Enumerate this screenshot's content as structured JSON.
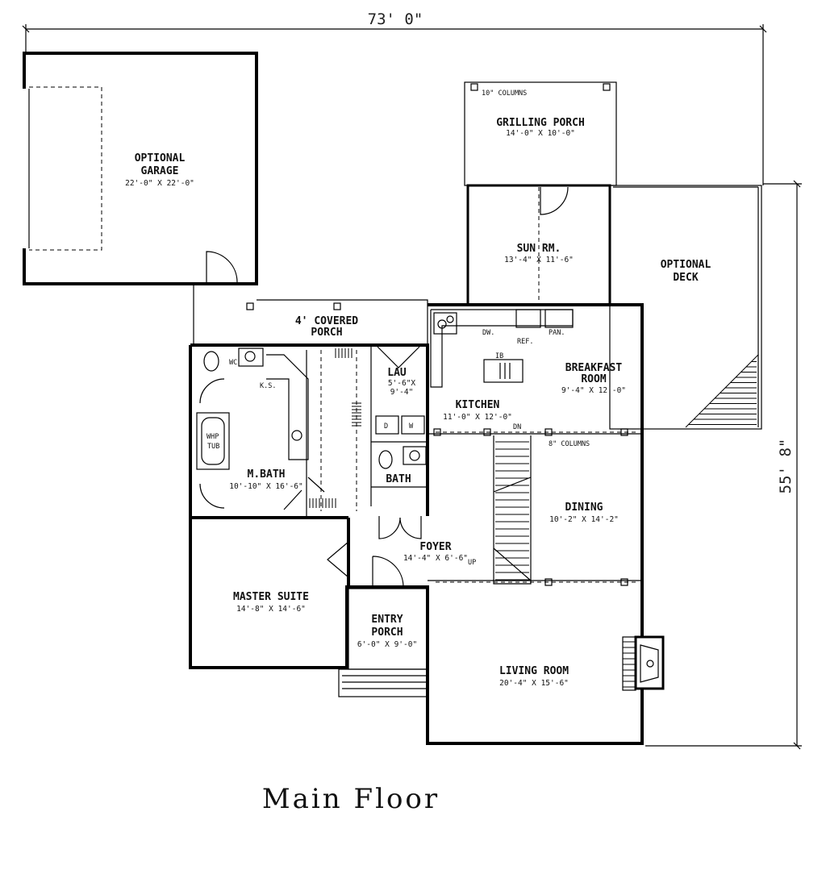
{
  "title": "Main Floor",
  "overall_width": "73' 0\"",
  "overall_depth": "55' 8\"",
  "rooms": {
    "garage": {
      "name1": "OPTIONAL",
      "name2": "GARAGE",
      "size": "22'-0\" X 22'-0\""
    },
    "grilling": {
      "name1": "GRILLING PORCH",
      "size": "14'-0\" X 10'-0\""
    },
    "sunroom": {
      "name1": "SUN RM.",
      "size": "13'-4\" X 11'-6\""
    },
    "deck": {
      "name1": "OPTIONAL",
      "name2": "DECK"
    },
    "porch": {
      "name1": "4' COVERED",
      "name2": "PORCH"
    },
    "breakfast": {
      "name1": "BREAKFAST",
      "name2": "ROOM",
      "size": "9'-4\" X 12'-0\""
    },
    "kitchen": {
      "name1": "KITCHEN",
      "size": "11'-0\" X 12'-0\""
    },
    "laundry": {
      "name1": "LAU",
      "size1": "5'-6\"X",
      "size2": "9'-4\""
    },
    "mbath": {
      "name1": "M.BATH",
      "size": "10'-10\" X 16'-6\""
    },
    "bath": {
      "name1": "BATH"
    },
    "dining": {
      "name1": "DINING",
      "size": "10'-2\" X 14'-2\""
    },
    "foyer": {
      "name1": "FOYER",
      "size": "14'-4\" X 6'-6\""
    },
    "master": {
      "name1": "MASTER SUITE",
      "size": "14'-8\" X 14'-6\""
    },
    "entry": {
      "name1": "ENTRY",
      "name2": "PORCH",
      "size": "6'-0\" X 9'-0\""
    },
    "living": {
      "name1": "LIVING ROOM",
      "size": "20'-4\" X 15'-6\""
    }
  },
  "notes": {
    "columns10": "10\" COLUMNS",
    "columns8": "8\" COLUMNS",
    "dw": "DW.",
    "ref": "REF.",
    "pan": "PAN.",
    "ks": "K.S.",
    "wc": "WC",
    "whp1": "WHP",
    "whp2": "TUB",
    "ib": "IB",
    "d": "D",
    "w": "W",
    "dn": "DN",
    "up": "UP"
  }
}
